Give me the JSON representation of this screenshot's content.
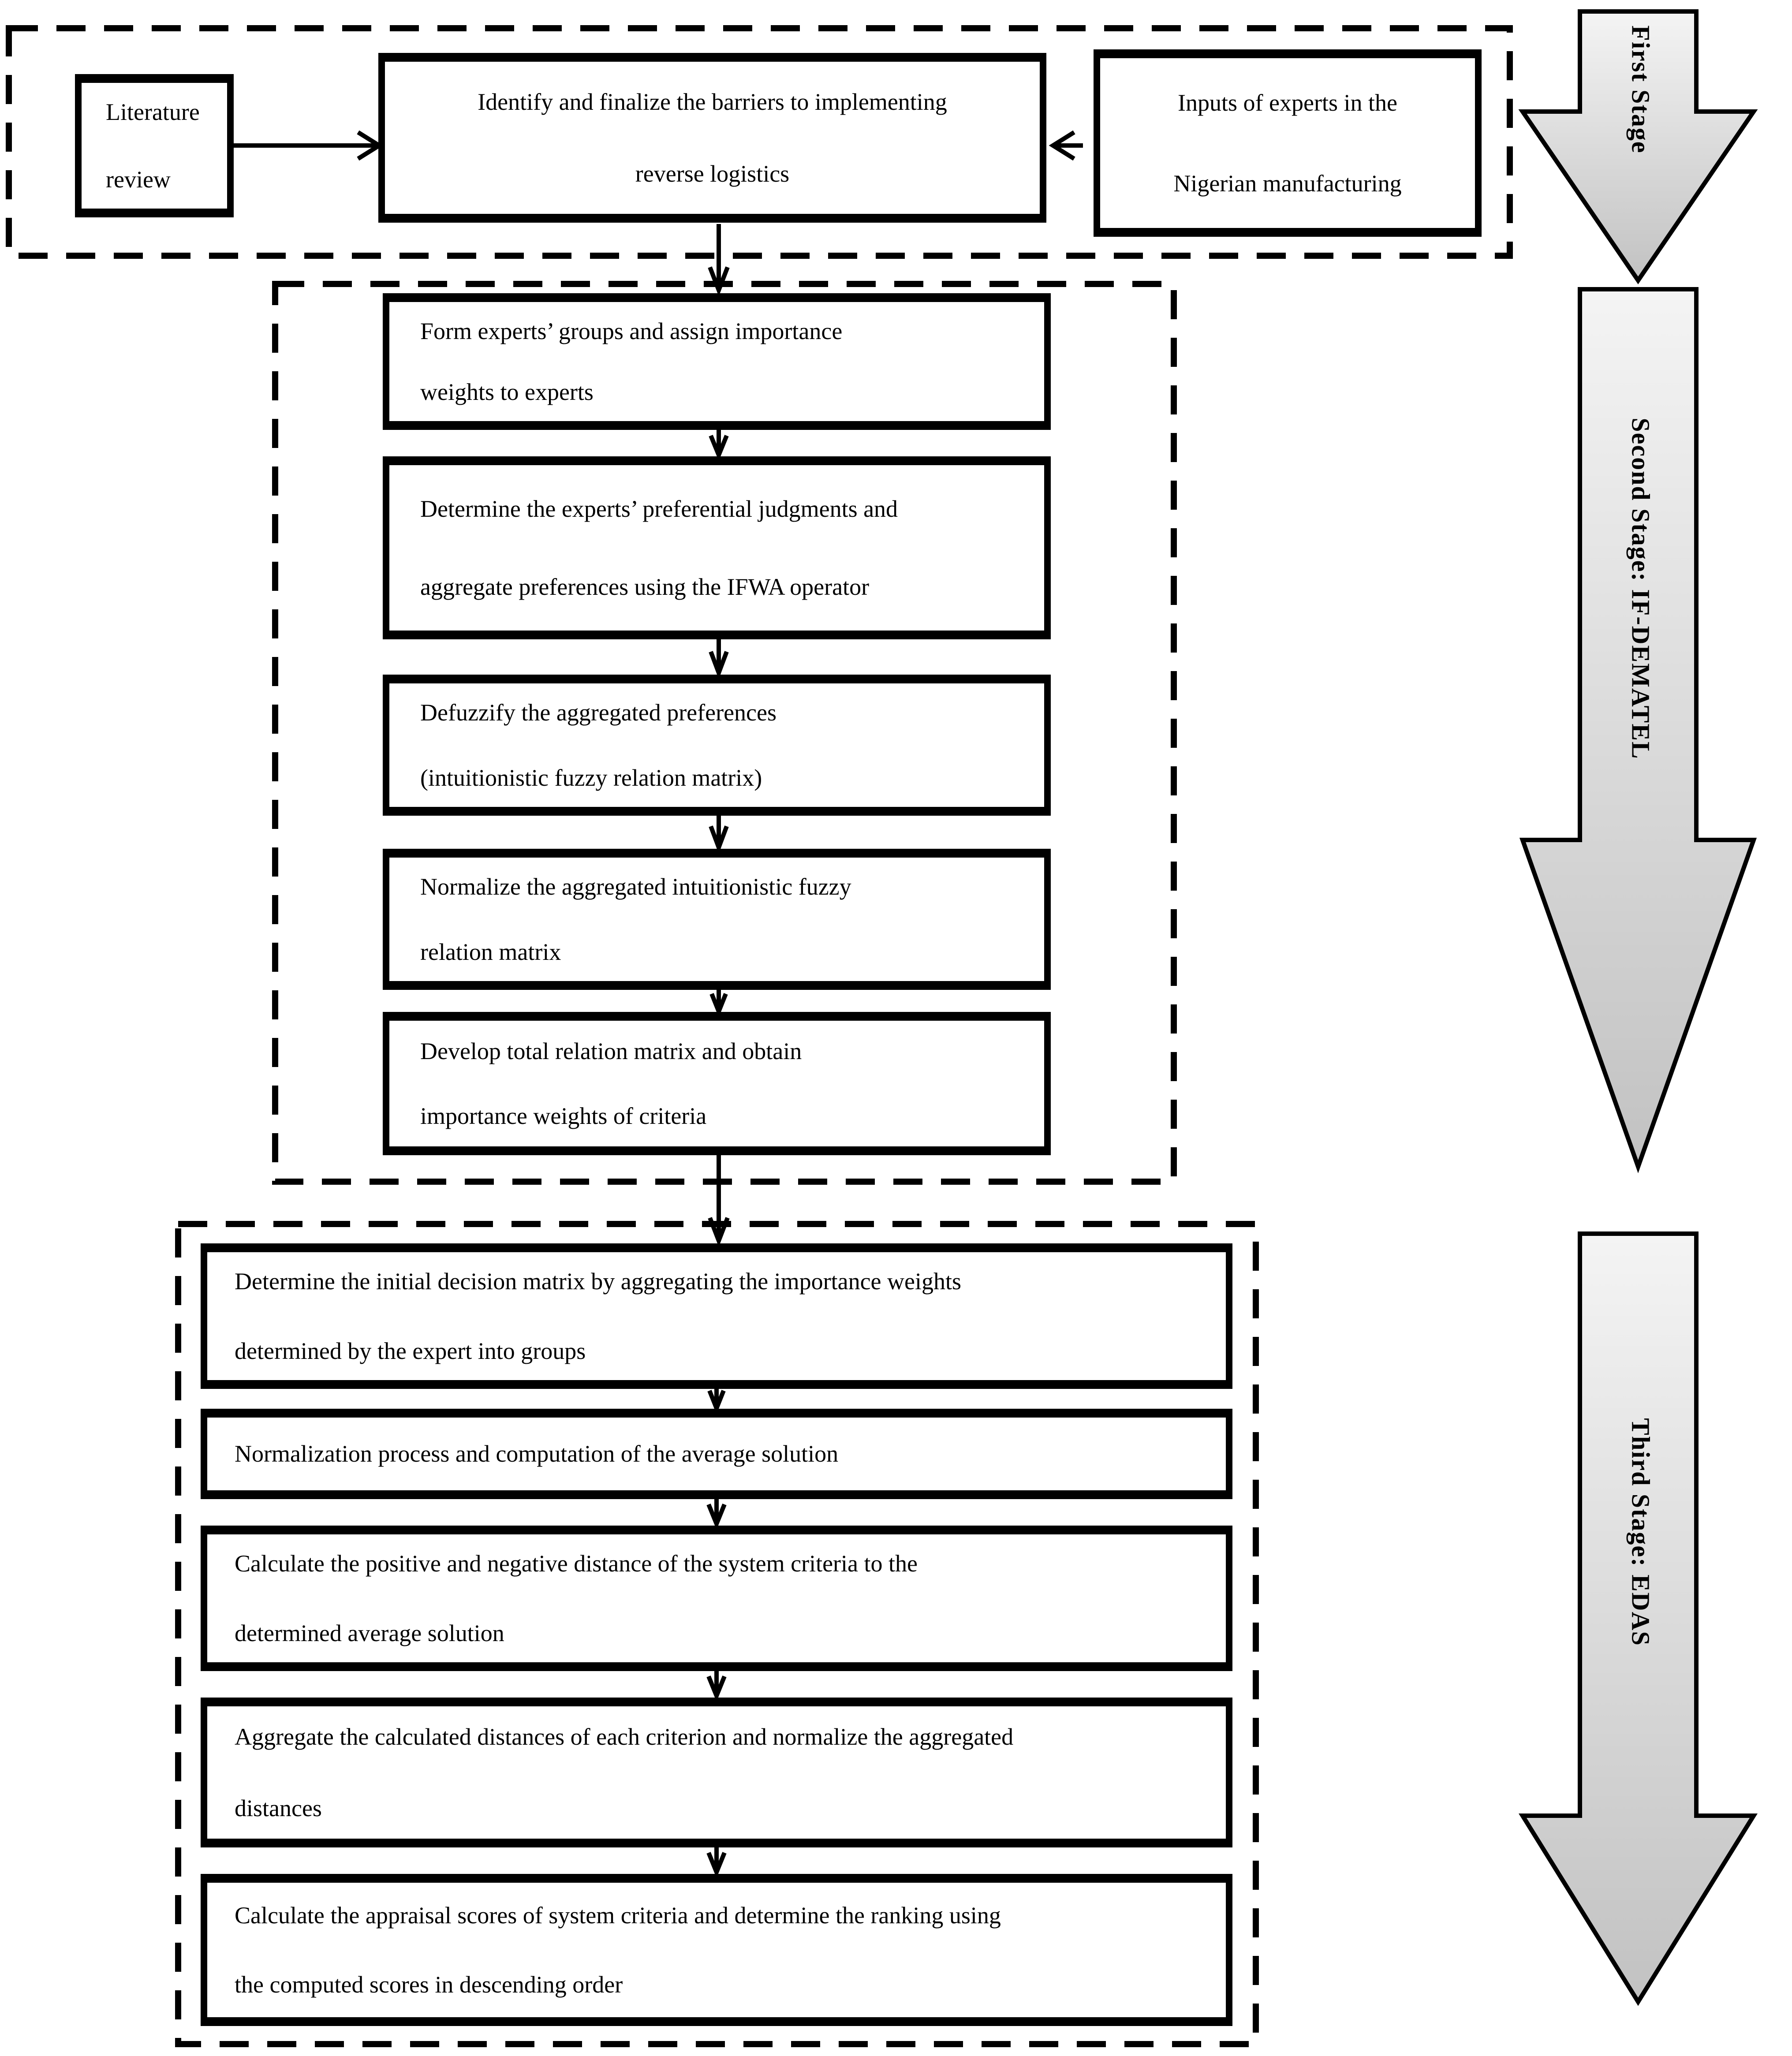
{
  "figure": {
    "type": "flowchart",
    "description": "Three-stage research methodology flowchart for ranking barriers to reverse logistics implementation"
  },
  "colors": {
    "line": "#000000",
    "box_background": "#ffffff",
    "stage_arrow_fill_top": "#f4f4f4",
    "stage_arrow_fill_bottom": "#c2c2c2"
  },
  "stage1": {
    "arrow_label": "First Stage",
    "literature_box": {
      "lines": [
        "Literature",
        "review"
      ]
    },
    "main_box": {
      "lines": [
        "Identify and finalize the barriers to implementing",
        "reverse logistics"
      ]
    },
    "experts_box": {
      "lines": [
        "Inputs of experts in the",
        "Nigerian manufacturing"
      ]
    }
  },
  "stage2": {
    "arrow_label": "Second Stage: IF-DEMATEL",
    "boxes": [
      {
        "lines": [
          "Form experts’ groups and assign importance",
          "weights to experts"
        ]
      },
      {
        "lines": [
          "Determine the experts’ preferential judgments and",
          "aggregate preferences using the IFWA operator"
        ]
      },
      {
        "lines": [
          "Defuzzify the aggregated preferences",
          "(intuitionistic fuzzy relation matrix)"
        ]
      },
      {
        "lines": [
          "Normalize the aggregated intuitionistic fuzzy",
          "relation matrix"
        ]
      },
      {
        "lines": [
          "Develop total relation matrix and obtain",
          "importance weights of criteria"
        ]
      }
    ]
  },
  "stage3": {
    "arrow_label": "Third Stage: EDAS",
    "boxes": [
      {
        "lines": [
          "Determine the initial decision matrix by aggregating the importance weights",
          "determined by the expert into groups"
        ]
      },
      {
        "lines": [
          "Normalization process and computation of the average solution"
        ]
      },
      {
        "lines": [
          "Calculate the positive and negative distance of the system criteria to the",
          "determined average solution"
        ]
      },
      {
        "lines": [
          "Aggregate the calculated distances of each criterion and normalize the aggregated",
          "distances"
        ]
      },
      {
        "lines": [
          "Calculate the appraisal scores of system criteria and determine the ranking using",
          "the computed scores in descending order"
        ]
      }
    ]
  }
}
